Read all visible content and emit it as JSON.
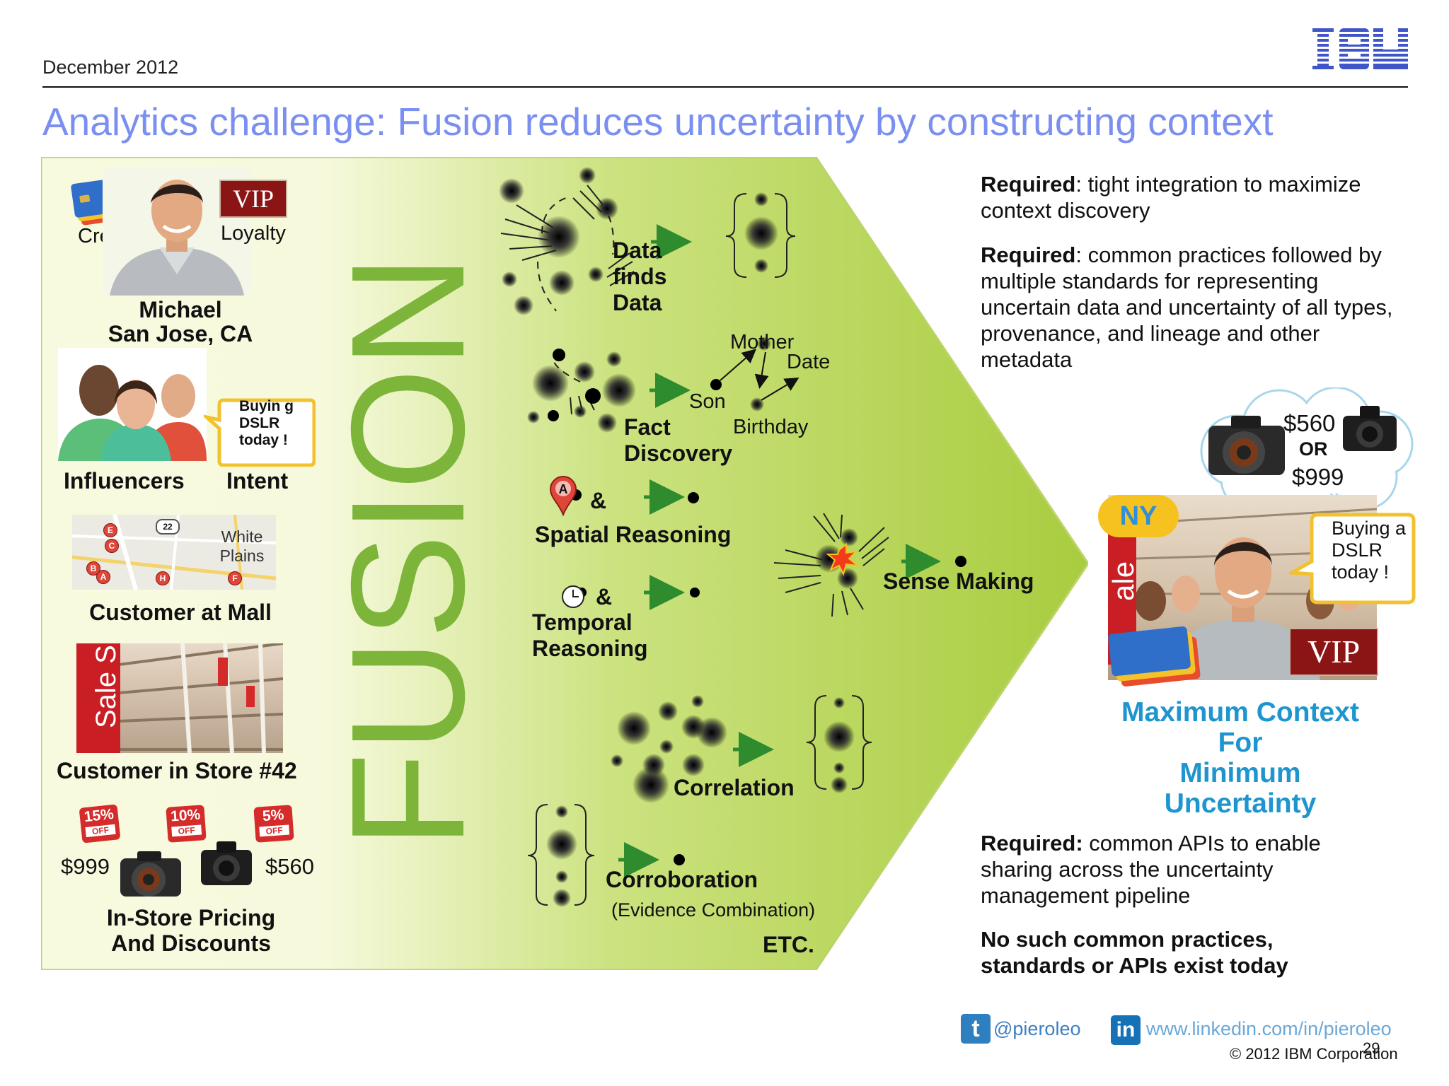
{
  "header": {
    "date": "December  2012",
    "logo": "IBM",
    "title": "Analytics challenge: Fusion reduces uncertainty by constructing context"
  },
  "left_column": {
    "credit": "Credit",
    "loyalty": "Loyalty",
    "vip": "VIP",
    "person_name": "Michael",
    "person_location": "San Jose, CA",
    "influencers": "Influencers",
    "intent": "Intent",
    "intent_bubble": "Buyin g DSLR today !",
    "map_city": "White Plains",
    "map_route": "22",
    "map_pins": [
      "E",
      "C",
      "B",
      "A",
      "H",
      "F"
    ],
    "customer_mall": "Customer at Mall",
    "sale_sign": "Sale S",
    "customer_store": "Customer in Store #42",
    "discounts": [
      "15%",
      "10%",
      "5%"
    ],
    "discount_off": "OFF",
    "price_high": "$999",
    "price_low": "$560",
    "pricing_line1": "In-Store Pricing",
    "pricing_line2": "And Discounts"
  },
  "fusion_word": "FUSION",
  "middle": {
    "data_finds_data": [
      "Data",
      "finds",
      "Data"
    ],
    "fact_discovery": [
      "Fact",
      "Discovery"
    ],
    "mother": "Mother",
    "date": "Date",
    "son": "Son",
    "birthday": "Birthday",
    "pin_letter": "A",
    "ampersand": "&",
    "spatial": "Spatial Reasoning",
    "temporal": [
      "Temporal",
      "Reasoning"
    ],
    "sense_making": "Sense Making",
    "correlation": "Correlation",
    "corroboration": "Corroboration",
    "evidence": "(Evidence Combination)",
    "etc": "ETC."
  },
  "right_column": {
    "req1_bold": "Required",
    "req1_text": ": tight integration to maximize context discovery",
    "req2_bold": "Required",
    "req2_text": ": common practices followed by multiple standards for representing uncertain data and uncertainty of all types, provenance, and lineage and other metadata",
    "cloud_price_low": "$560",
    "cloud_or": "OR",
    "cloud_price_high": "$999",
    "ny": "NY",
    "sale_sign": "ale",
    "bubble": "Buying a DSLR today !",
    "vip": "VIP",
    "max_context": [
      "Maximum Context",
      "For",
      "Minimum",
      "Uncertainty"
    ],
    "req3_bold": "Required:",
    "req3_text": " common APIs to enable sharing across the uncertainty management pipeline",
    "closing": "No such common practices, standards or APIs exist today"
  },
  "footer": {
    "twitter": "@pieroleo",
    "linkedin_icon": "in",
    "linkedin": "www.linkedin.com/in/pieroleo",
    "copyright": "© 2012 IBM Corporation",
    "page": "29"
  },
  "colors": {
    "title": "#7b8ff0",
    "panel_light": "#f6f9d8",
    "panel_green": "#a8cc3c",
    "fusion": "#7db53a",
    "arrow": "#2e8b2e",
    "max_context": "#1e95cf"
  }
}
